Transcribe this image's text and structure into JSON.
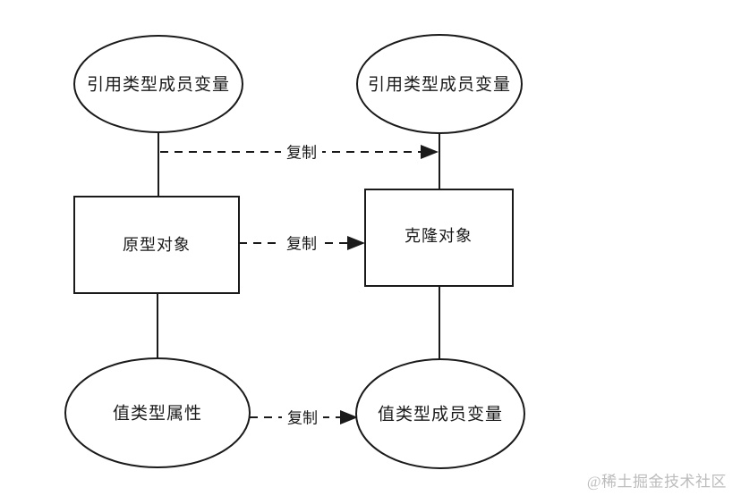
{
  "diagram": {
    "title_hint": "prototype-clone copy diagram",
    "nodes": {
      "top_left_ellipse": {
        "label": "引用类型成员变量",
        "shape": "ellipse"
      },
      "top_right_ellipse": {
        "label": "引用类型成员变量",
        "shape": "ellipse"
      },
      "left_rect": {
        "label": "原型对象",
        "shape": "rectangle"
      },
      "right_rect": {
        "label": "克隆对象",
        "shape": "rectangle"
      },
      "bottom_left_ellipse": {
        "label": "值类型属性",
        "shape": "ellipse"
      },
      "bottom_right_ellipse": {
        "label": "值类型成员变量",
        "shape": "ellipse"
      }
    },
    "edges": {
      "top": {
        "label": "复制",
        "style": "dashed-arrow"
      },
      "middle": {
        "label": "复制",
        "style": "dashed-arrow"
      },
      "bottom": {
        "label": "复制",
        "style": "dashed-arrow"
      }
    },
    "colors": {
      "stroke": "#1a1a1a",
      "text": "#1a1a1a",
      "background": "#ffffff",
      "watermark": "#bcbcbc"
    }
  },
  "watermark": {
    "text": "@稀土掘金技术社区"
  }
}
